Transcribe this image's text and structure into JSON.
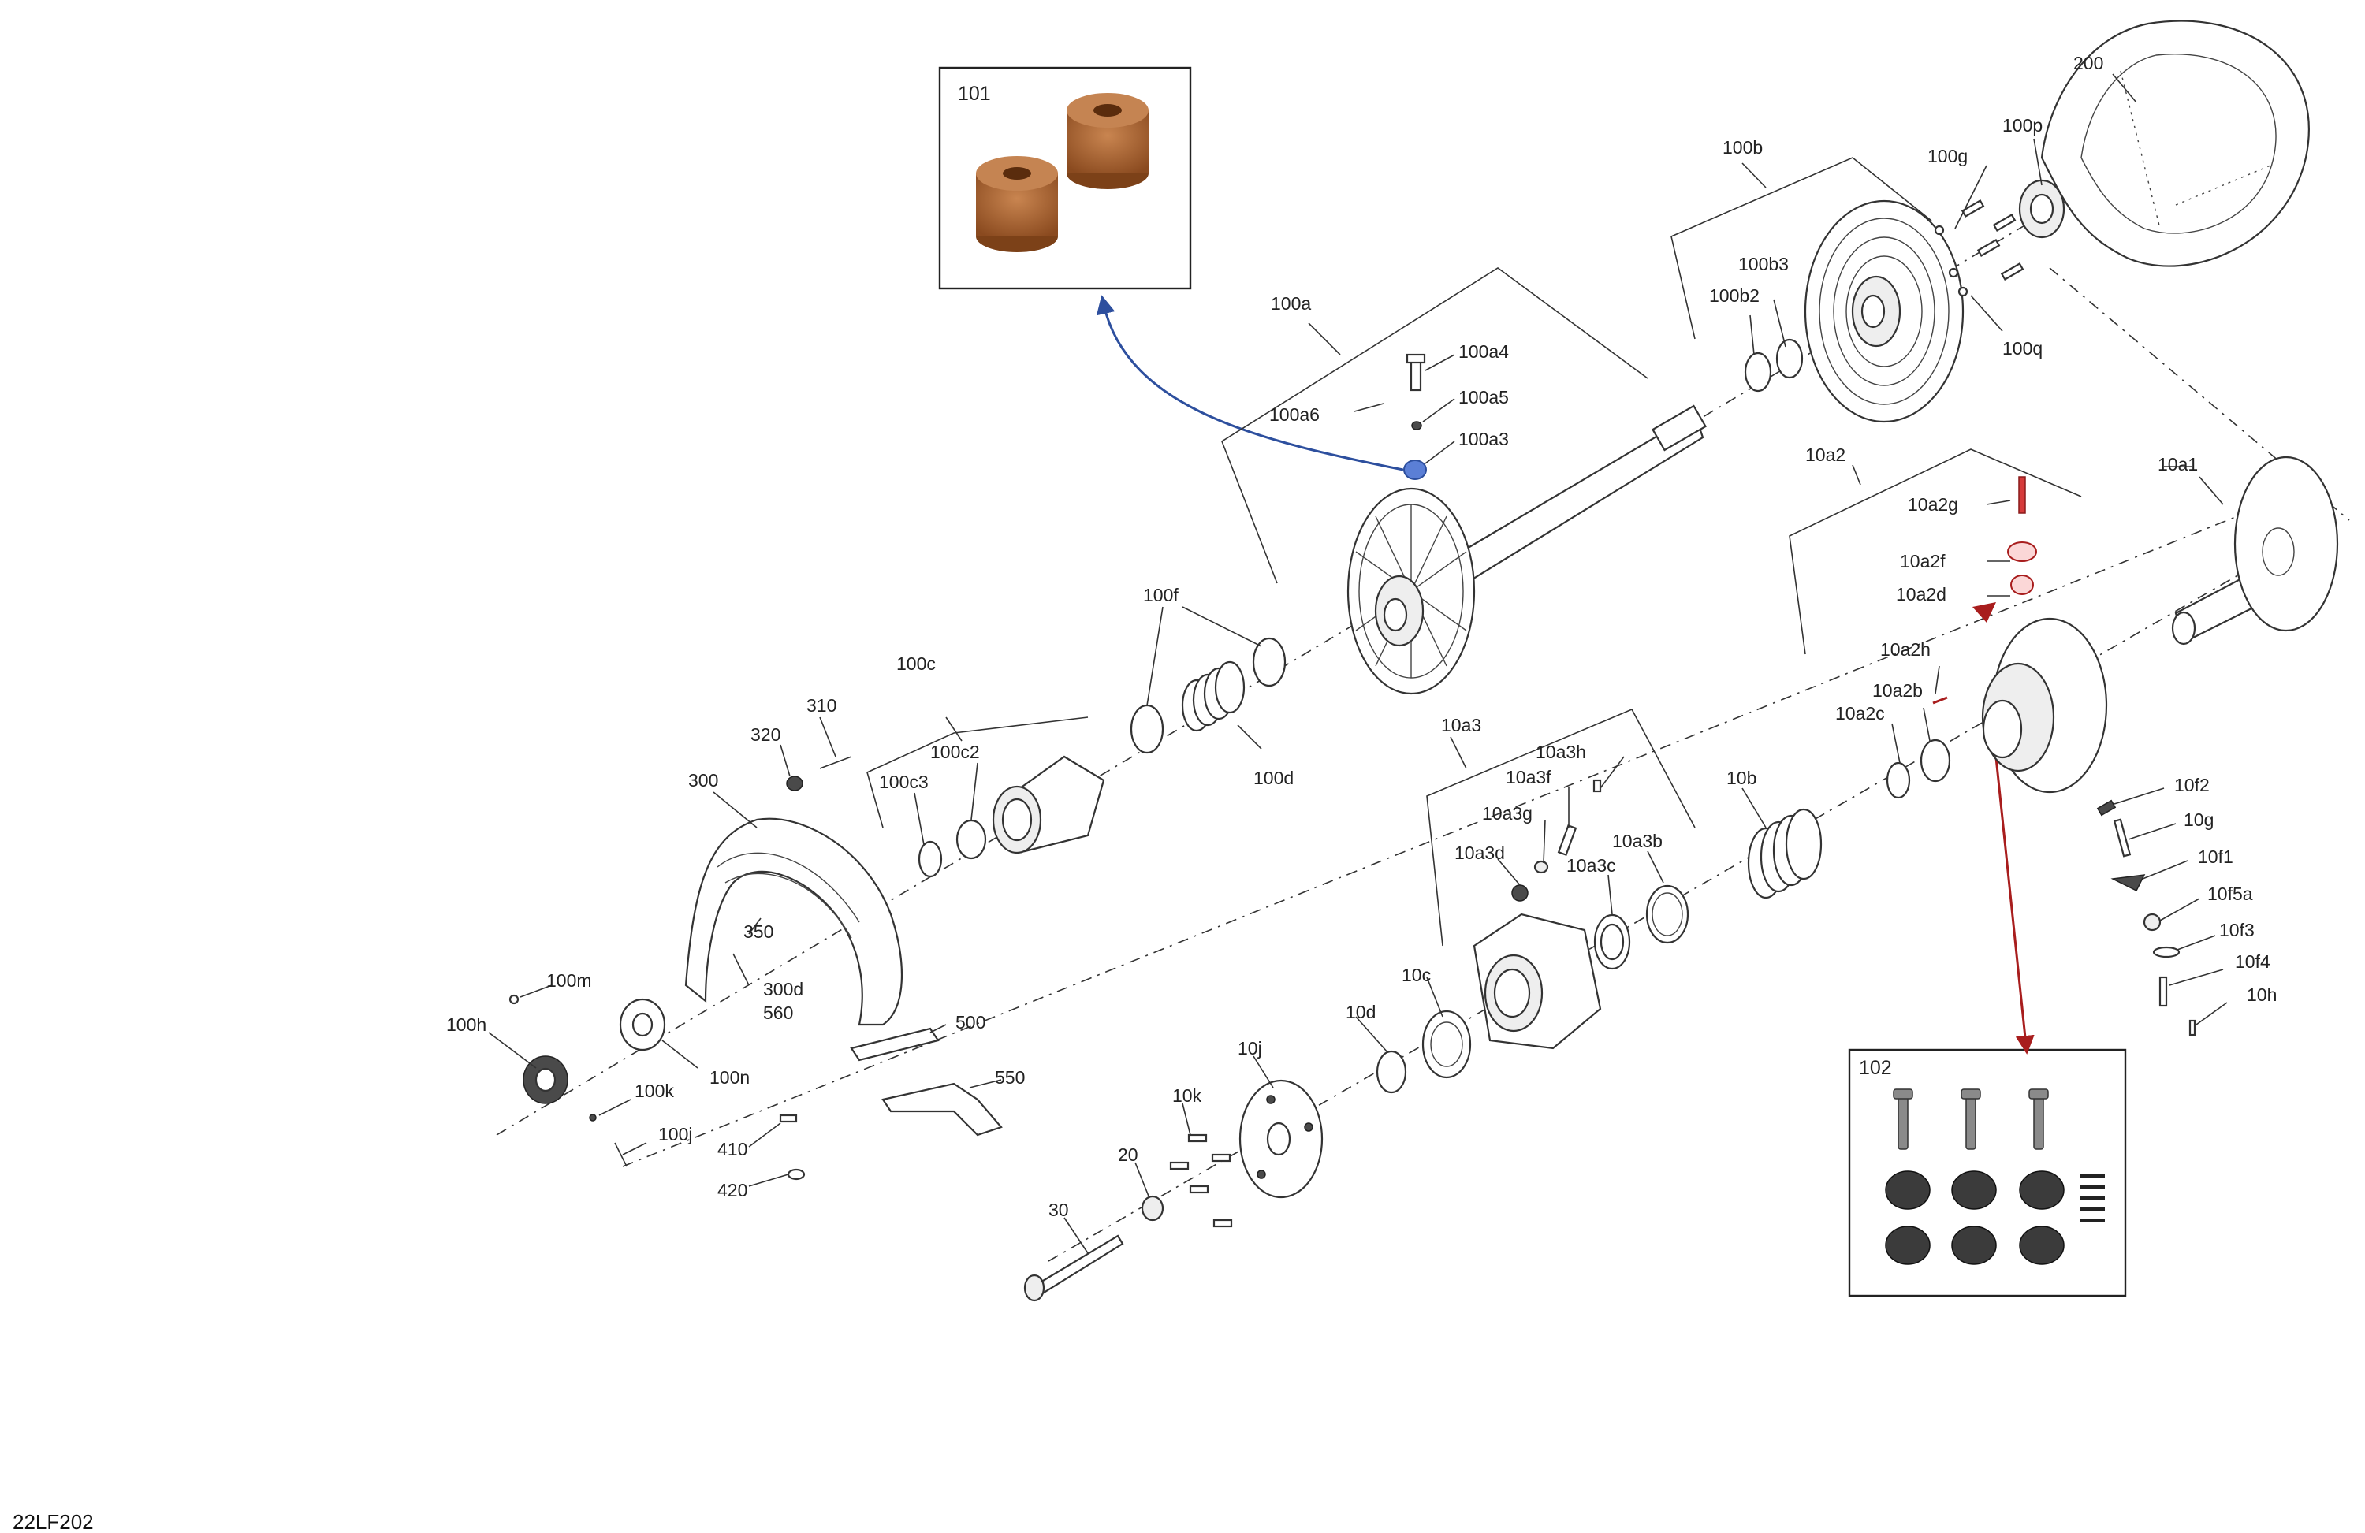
{
  "diagram_code": "22LF202",
  "callout_boxes": {
    "box_101": "101",
    "box_102": "102"
  },
  "colors": {
    "arrow_blue": "#2d4f9e",
    "arrow_red": "#a81d1d",
    "bushing_brown": "#a85e2a",
    "highlight_blue": "#5b7fd6",
    "highlight_red": "#d63a3a"
  },
  "labels": {
    "l200": "200",
    "l100b": "100b",
    "l100g": "100g",
    "l100p": "100p",
    "l100b3": "100b3",
    "l100b2": "100b2",
    "l100q": "100q",
    "l100a": "100a",
    "l100a4": "100a4",
    "l100a5": "100a5",
    "l100a6": "100a6",
    "l100a3": "100a3",
    "l10a2": "10a2",
    "l10a1": "10a1",
    "l10a2g": "10a2g",
    "l10a2f": "10a2f",
    "l10a2d": "10a2d",
    "l10a2h": "10a2h",
    "l10a2b": "10a2b",
    "l10a2c": "10a2c",
    "l100f": "100f",
    "l100c": "100c",
    "l100d": "100d",
    "l310": "310",
    "l320": "320",
    "l300": "300",
    "l100c2": "100c2",
    "l100c3": "100c3",
    "l10a3": "10a3",
    "l10a3h": "10a3h",
    "l10a3f": "10a3f",
    "l10a3g": "10a3g",
    "l10a3d": "10a3d",
    "l10a3b": "10a3b",
    "l10a3c": "10a3c",
    "l10b": "10b",
    "l10f2": "10f2",
    "l10g": "10g",
    "l10f1": "10f1",
    "l10f5a": "10f5a",
    "l10f3": "10f3",
    "l10f4": "10f4",
    "l10h": "10h",
    "l350": "350",
    "l300d": "300d",
    "l560": "560",
    "l500": "500",
    "l550": "550",
    "l100m": "100m",
    "l100h": "100h",
    "l100n": "100n",
    "l100k": "100k",
    "l100j": "100j",
    "l410": "410",
    "l420": "420",
    "l10c": "10c",
    "l10d": "10d",
    "l10j": "10j",
    "l10k": "10k",
    "l20": "20",
    "l30": "30"
  }
}
